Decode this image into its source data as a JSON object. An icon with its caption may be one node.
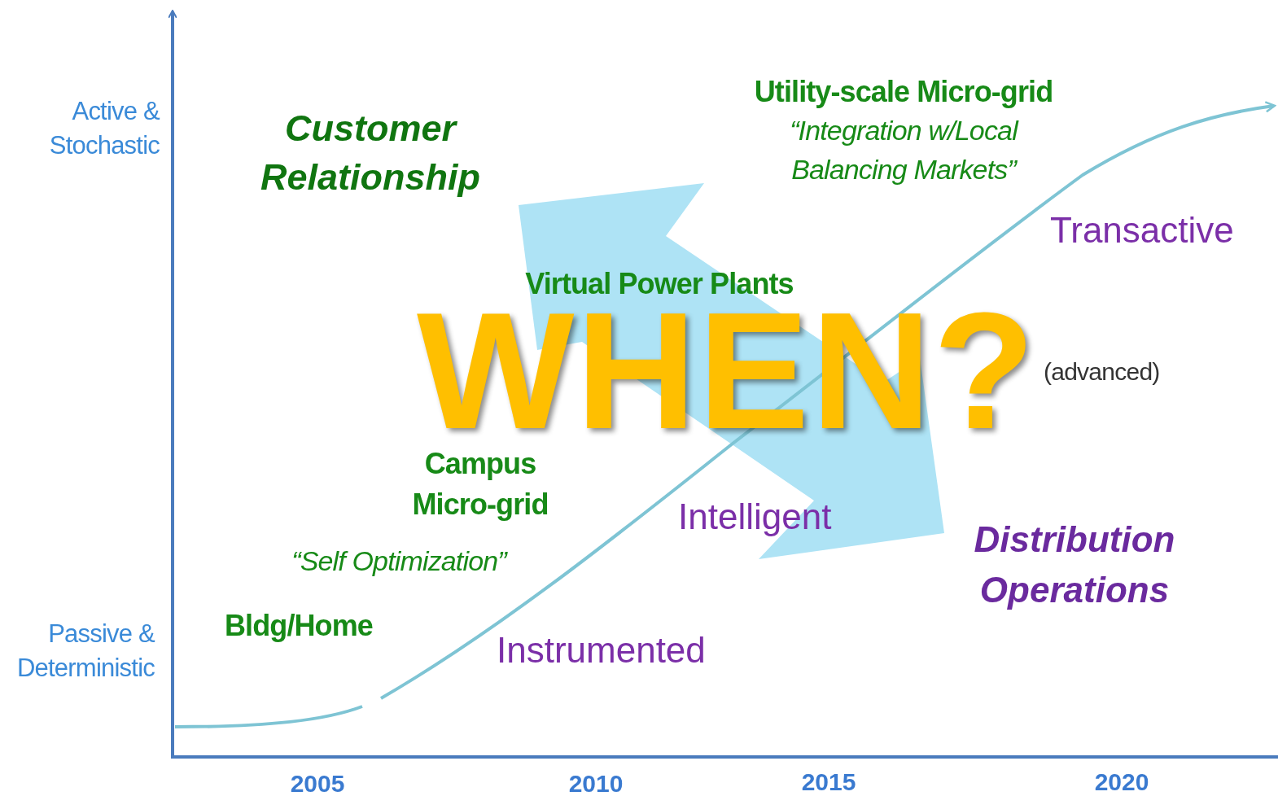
{
  "diagram": {
    "labels": [
      "Active & Stochastic",
      "Customer Relationship",
      "Utility-scale Micro-grid",
      "“Integration w/Local Balancing Markets”",
      "Transactive",
      "Virtual Power Plants",
      "WHEN?",
      "(advanced)",
      "Campus Micro-grid",
      "Intelligent",
      "Distribution Operations",
      "“Self Optimization”",
      "Passive & Deterministic",
      "Bldg/Home",
      "Instrumented",
      "2005",
      "2010",
      "2015",
      "2020"
    ]
  }
}
